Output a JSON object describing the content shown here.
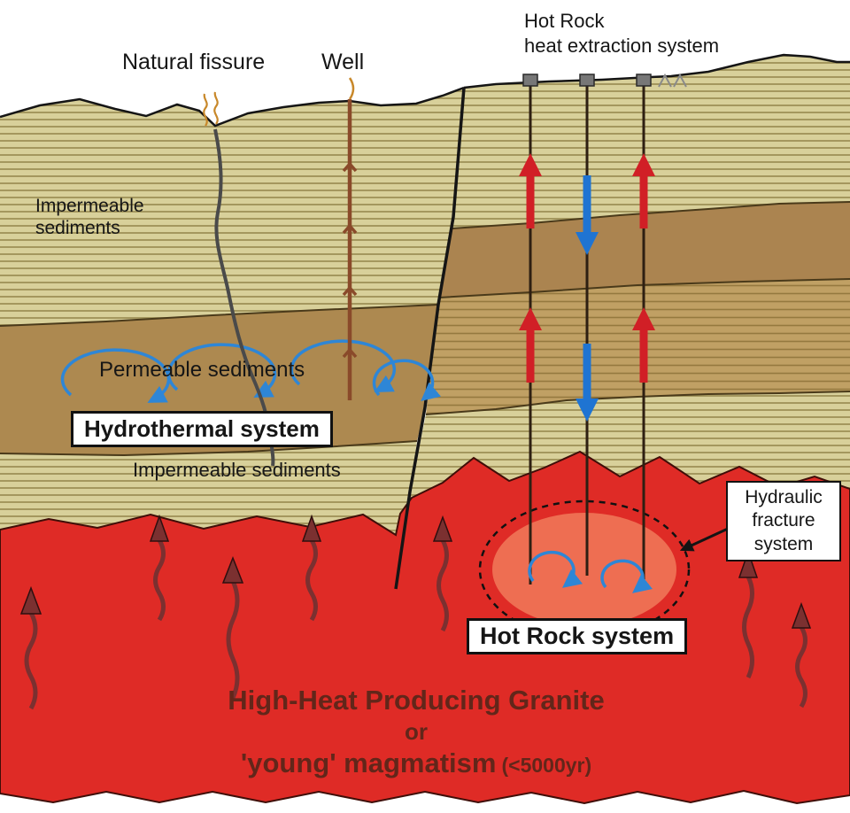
{
  "labels": {
    "natural_fissure": "Natural fissure",
    "well": "Well",
    "hot_rock_line1": "Hot Rock",
    "hot_rock_line2": "heat extraction system",
    "impermeable_upper": "Impermeable sediments",
    "permeable": "Permeable sediments",
    "hydrothermal_system": "Hydrothermal system",
    "impermeable_lower": "Impermeable sediments",
    "hydraulic_fracture": "Hydraulic fracture system",
    "hot_rock_system": "Hot Rock system",
    "granite_line1": "High-Heat Producing Granite",
    "granite_line2": "or",
    "granite_line3": "'young' magmatism",
    "granite_line3_paren": "(<5000yr)"
  },
  "colors": {
    "granite_red": "#df2b26",
    "fracture_zone_red": "#ee6e52",
    "circulation_blue": "#2e86d6",
    "injection_arrow_blue": "#1f74d2",
    "extraction_arrow_red": "#d11f26",
    "heat_flow_maroon": "#7b3030",
    "impermeable_sediments_tan": "#d8d09a",
    "permeable_sediments_brown": "#ad8950"
  }
}
